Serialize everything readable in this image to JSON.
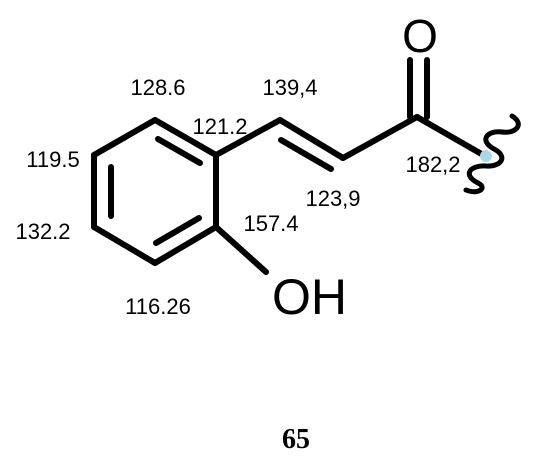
{
  "atoms": {
    "oxygen_carbonyl": "O",
    "hydroxyl": "OH"
  },
  "shifts": {
    "c_ring_top": "128.6",
    "c_alpha_vinyl": "139,4",
    "c_ring_ipso": "121.2",
    "c_ring_upper_left": "119.5",
    "c_carbonyl": "182,2",
    "c_beta_vinyl": "123,9",
    "c_ring_lower_left": "132.2",
    "c_ring_oh": "157.4",
    "c_ring_bottom": "116.26"
  },
  "compound_number": "65",
  "colors": {
    "bond": "#000000",
    "attachment_highlight": "#a8d8ea"
  }
}
